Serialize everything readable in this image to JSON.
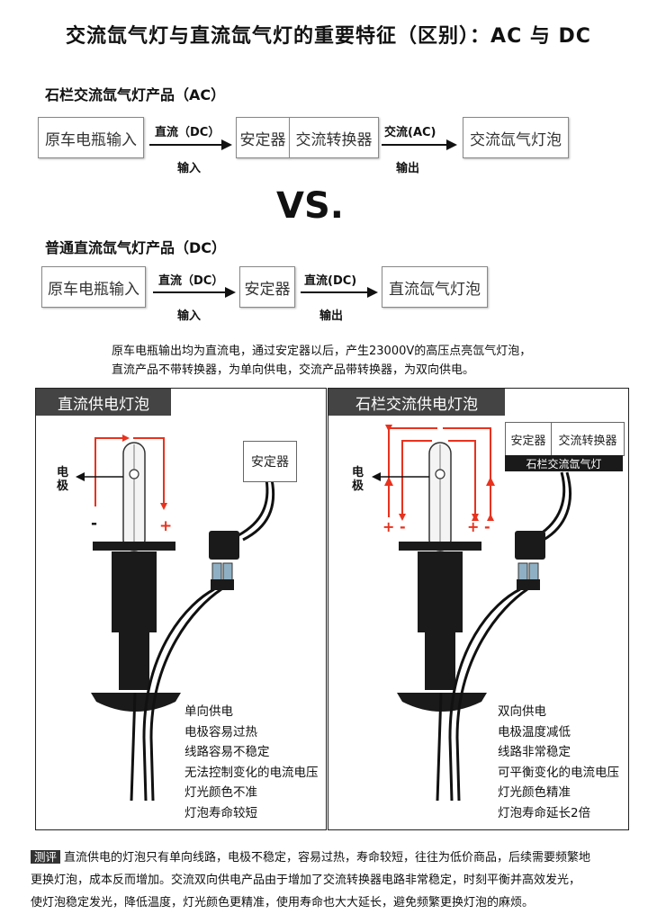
{
  "title": "交流氙气灯与直流氙气灯的重要特征（区别）：AC 与 DC",
  "ac_section": {
    "heading": "石栏交流氙气灯产品（AC）",
    "box_input": "原车电瓶输入",
    "arrow1_top": "直流（DC）",
    "arrow1_bottom": "输入",
    "box_ballast": "安定器",
    "box_converter": "交流转换器",
    "arrow2_top": "交流(AC)",
    "arrow2_bottom": "输出",
    "box_bulb": "交流氙气灯泡"
  },
  "vs_label": "VS.",
  "dc_section": {
    "heading": "普通直流氙气灯产品（DC）",
    "box_input": "原车电瓶输入",
    "arrow1_top": "直流（DC）",
    "arrow1_bottom": "输入",
    "box_ballast": "安定器",
    "arrow2_top": "直流(DC)",
    "arrow2_bottom": "输出",
    "box_bulb": "直流氙气灯泡"
  },
  "description": {
    "line1": "原车电瓶输出均为直流电，通过安定器以后，产生23000V的高压点亮氙气灯泡，",
    "line2": "直流产品不带转换器，为单向供电，交流产品带转换器，为双向供电。"
  },
  "panel_dc": {
    "header": "直流供电灯泡",
    "ballast": "安定器",
    "electrode_label": "电极",
    "minus": "-",
    "plus": "+",
    "features": [
      "单向供电",
      "电极容易过热",
      "线路容易不稳定",
      "无法控制变化的电流电压",
      "灯光颜色不准",
      "灯泡寿命较短"
    ]
  },
  "panel_ac": {
    "header": "石栏交流供电灯泡",
    "ballast": "安定器",
    "converter": "交流转换器",
    "unit_caption": "石栏交流氙气灯",
    "electrode_label": "电极",
    "left_signs": "+ -",
    "right_signs": "+ -",
    "features": [
      "双向供电",
      "电极温度减低",
      "线路非常稳定",
      "可平衡变化的电流电压",
      "灯光颜色精准",
      "灯泡寿命延长2倍"
    ]
  },
  "review": {
    "tag": "测评",
    "line1": "直流供电的灯泡只有单向线路，电极不稳定，容易过热，寿命较短，往往为低价商品，后续需要频繁地",
    "line2": "更换灯泡，成本反而增加。交流双向供电产品由于增加了交流转换器电路非常稳定，时刻平衡并高效发光，",
    "line3": "使灯泡稳定发光，降低温度，灯光颜色更精准，使用寿命也大大延长，避免频繁更换灯泡的麻烦。"
  },
  "colors": {
    "arrow_red": "#e8321e",
    "header_bg": "#444444",
    "bulb_dark": "#1a1a1a"
  }
}
